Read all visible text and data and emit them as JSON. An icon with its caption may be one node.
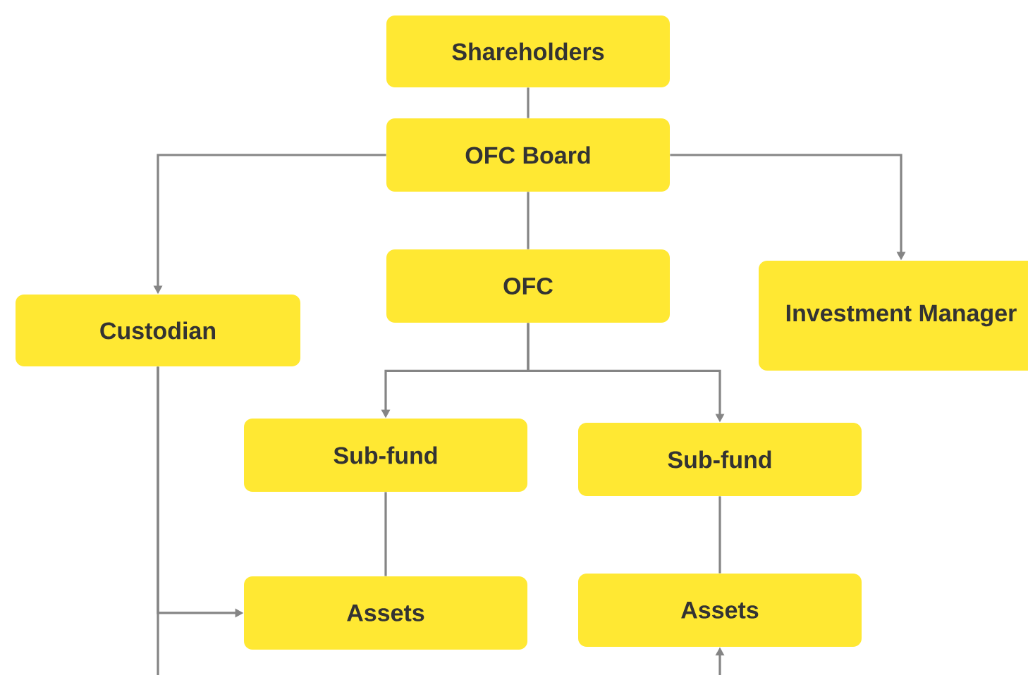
{
  "diagram": {
    "nodes": [
      {
        "text": [
          "Shareholders"
        ]
      },
      {
        "text": [
          "OFC Board"
        ]
      },
      {
        "text": [
          "Custodian"
        ]
      },
      {
        "text": [
          "OFC"
        ]
      },
      {
        "text": [
          "Investment Manager"
        ]
      },
      {
        "text": [
          "Sub-fund"
        ]
      },
      {
        "text": [
          "Sub-fund"
        ]
      },
      {
        "text": [
          "Assets"
        ]
      },
      {
        "text": [
          "Assets"
        ]
      }
    ],
    "edges": [
      {
        "from": 0,
        "to": 1,
        "arrow": "none"
      },
      {
        "from": 1,
        "to": 2,
        "arrow": "to"
      },
      {
        "from": 1,
        "to": 3,
        "arrow": "none"
      },
      {
        "from": 1,
        "to": 4,
        "arrow": "to"
      },
      {
        "from": 3,
        "to": 5,
        "arrow": "to"
      },
      {
        "from": 3,
        "to": 6,
        "arrow": "to"
      },
      {
        "from": 5,
        "to": 7,
        "arrow": "none"
      },
      {
        "from": 6,
        "to": 8,
        "arrow": "none"
      },
      {
        "from": 2,
        "to": 7,
        "arrow": "to"
      },
      {
        "from": 2,
        "to": null,
        "arrow": "none"
      },
      {
        "from": null,
        "to": 8,
        "arrow": "to"
      }
    ]
  }
}
